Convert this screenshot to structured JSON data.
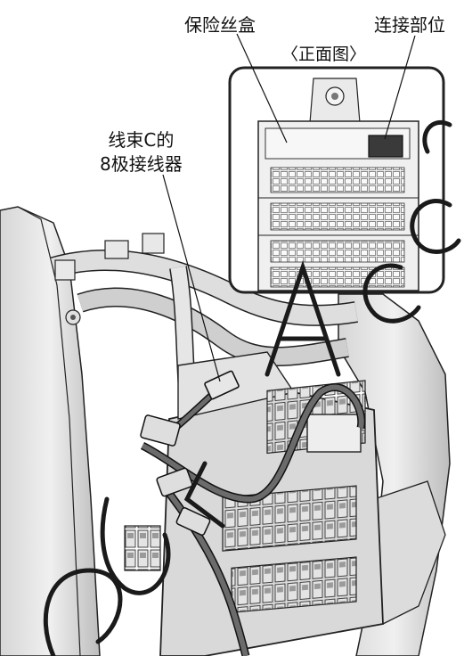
{
  "labels": {
    "fuse_box": "保险丝盒",
    "connection_location": "连接部位",
    "front_view": "〈正面图〉",
    "harness_line1": "线束C的",
    "harness_line2": "8极接线器"
  },
  "colors": {
    "outline": "#222222",
    "metal_light": "#e9e9e9",
    "metal_mid": "#c9c9c9",
    "metal_dark": "#8c8c8c",
    "harness": "#555555",
    "inset_frame": "#333333",
    "watermark": "#1a1a1a"
  }
}
